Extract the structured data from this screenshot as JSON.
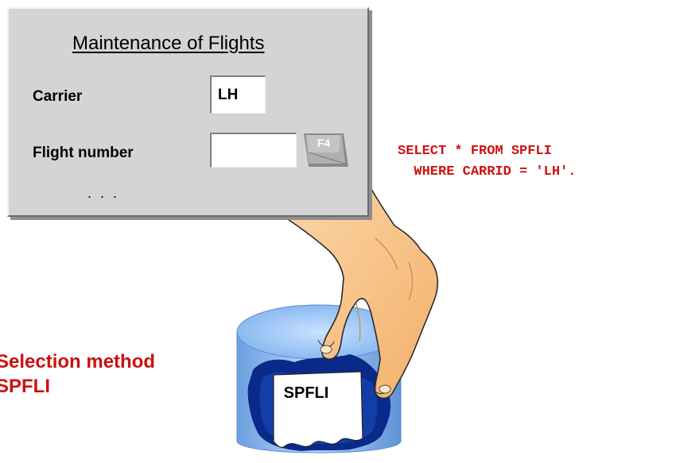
{
  "dialog": {
    "title": "Maintenance of Flights",
    "carrier_label": "Carrier",
    "carrier_value": "LH",
    "flight_label": "Flight number",
    "flight_value": "",
    "f4_label": "F4",
    "ellipsis": ". . ."
  },
  "sql": {
    "line1": "SELECT * FROM SPFLI",
    "line2": "  WHERE CARRID = 'LH'."
  },
  "caption": {
    "line1": "Selection method",
    "line2": "SPFLI"
  },
  "database": {
    "label": "SPFLI"
  },
  "colors": {
    "accent_red": "#cc1111",
    "dialog_gray": "#d4d4d4",
    "cylinder_blue": "#8ab8ec",
    "cylinder_dark": "#0a2a8a",
    "hand": "#f7c48a"
  }
}
